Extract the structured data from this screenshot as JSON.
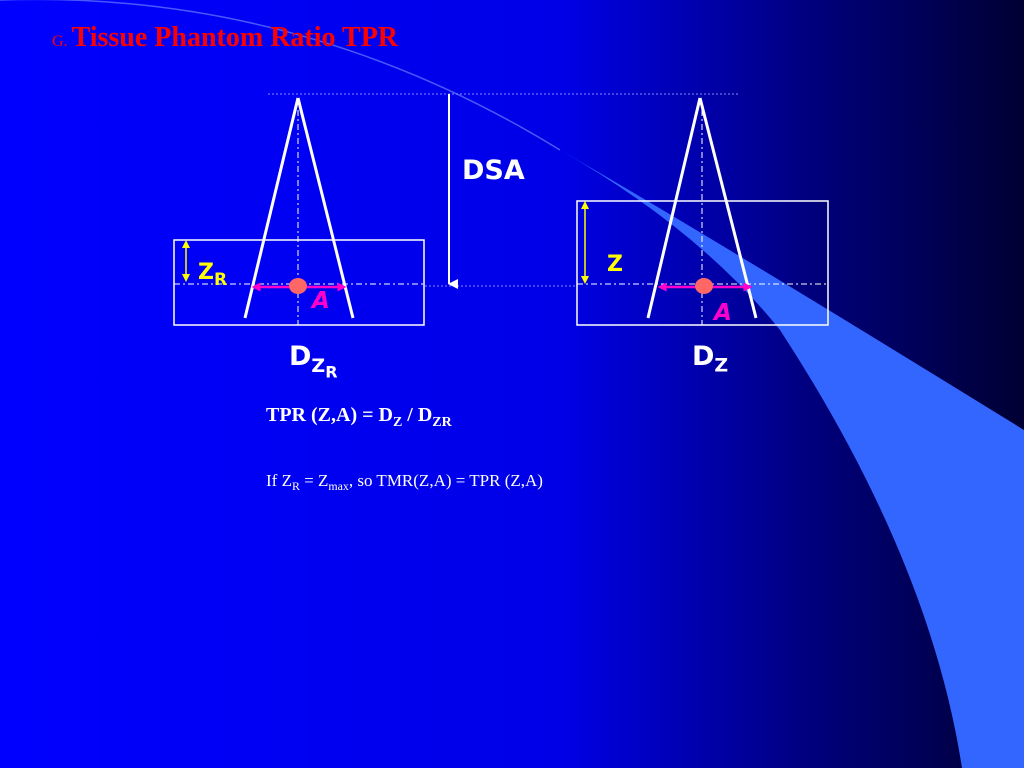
{
  "slide": {
    "title_prefix": "G.",
    "title": "Tissue Phantom Ratio TPR",
    "colors": {
      "background": "#0000ff",
      "background_dark": "#000033",
      "swoosh": "#3366ff",
      "title": "#ff0000",
      "label_yellow": "#ffff00",
      "label_pink": "#ff00cc",
      "label_white": "#ffffff",
      "dose_point": "#ff6666"
    }
  },
  "diagram": {
    "dsa_label": "DSA",
    "left_phantom": {
      "depth_symbol": "Z",
      "depth_subscript": "R",
      "field_label": "A",
      "dose_symbol": "D",
      "dose_subscript": "Z",
      "dose_subscript_sub": "R"
    },
    "right_phantom": {
      "depth_symbol": "Z",
      "field_label": "A",
      "dose_symbol": "D",
      "dose_subscript": "Z"
    }
  },
  "formula": {
    "lhs": "TPR (Z,A) = D",
    "sub1": "Z",
    "mid": " / D",
    "sub2": "ZR"
  },
  "note": {
    "p1": "If Z",
    "s1": "R",
    "p2": " = Z",
    "s2": "max",
    "p3": ", so TMR(Z,A) = TPR (Z,A)"
  }
}
